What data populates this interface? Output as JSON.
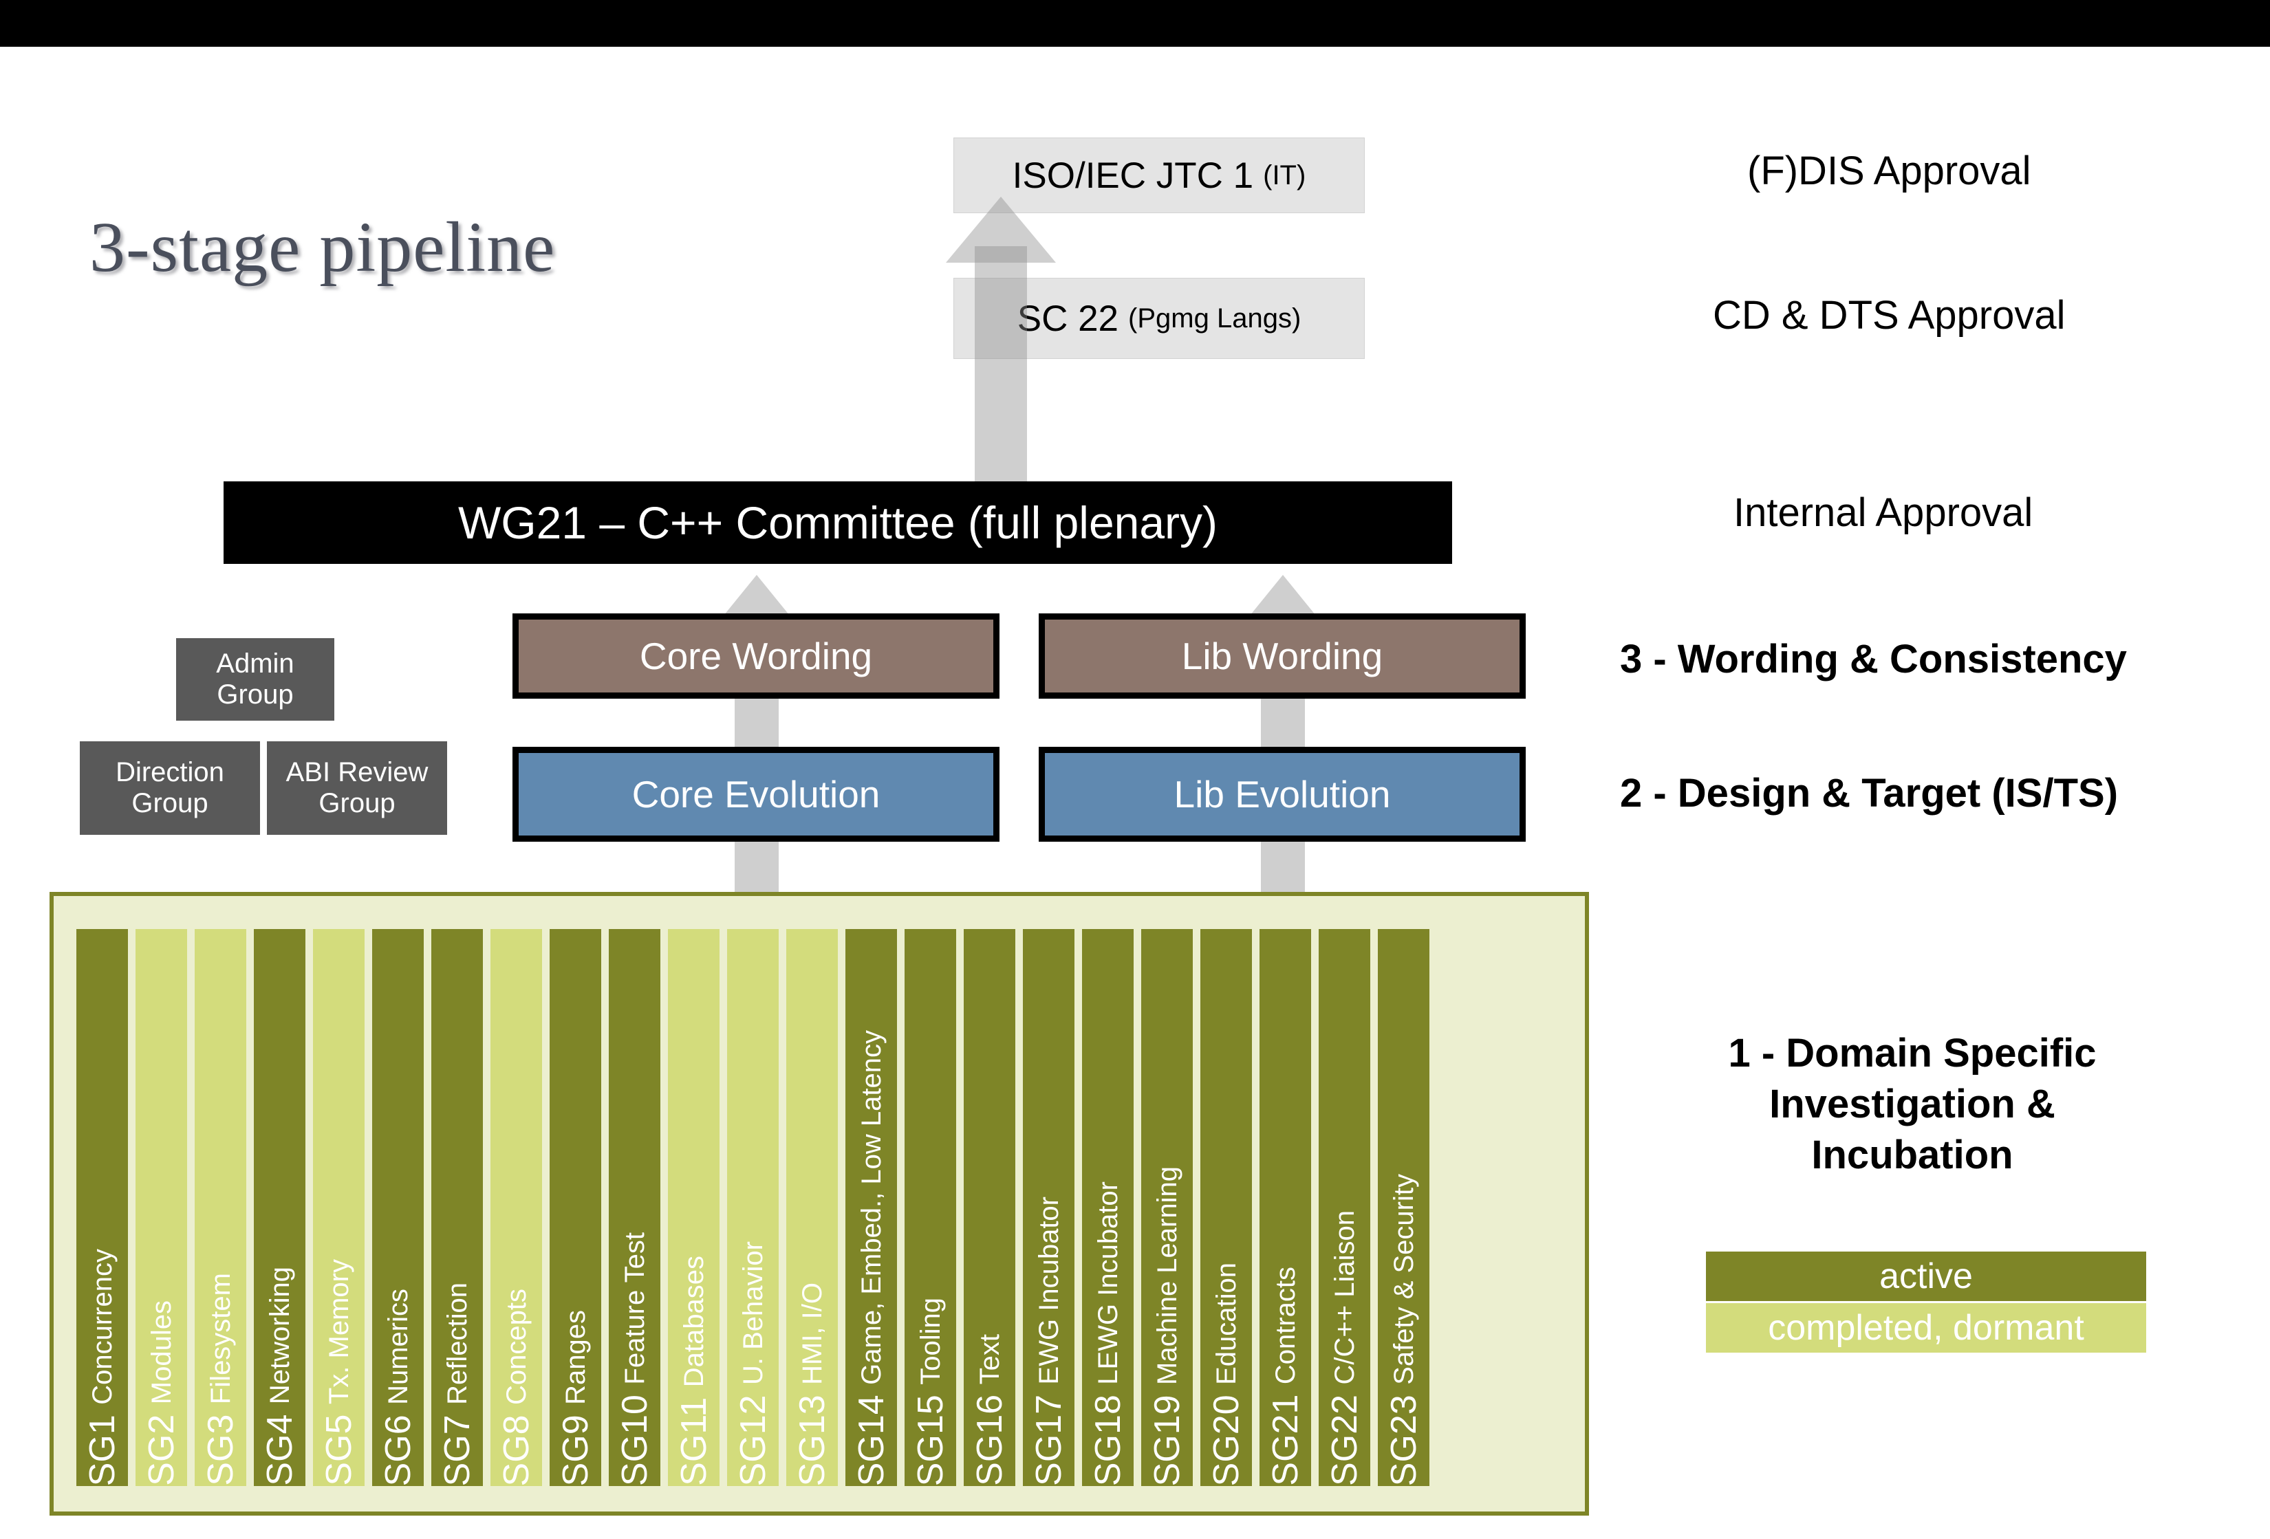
{
  "title": "3-stage pipeline",
  "iso_chain": {
    "jtc1_main": "ISO/IEC JTC 1",
    "jtc1_sub": "(IT)",
    "sc22_main": "SC 22",
    "sc22_sub": "(Pgmg Langs)"
  },
  "plenary": "WG21 – C++ Committee (full plenary)",
  "support_groups": [
    {
      "label": "Admin\nGroup",
      "line1": "Admin",
      "line2": "Group"
    },
    {
      "label": "Direction Group",
      "line1": "Direction",
      "line2": "Group"
    },
    {
      "label": "ABI Review Group",
      "line1": "ABI Review",
      "line2": "Group"
    }
  ],
  "stage_boxes": {
    "core_wording": "Core Wording",
    "lib_wording": "Lib Wording",
    "core_evolution": "Core Evolution",
    "lib_evolution": "Lib Evolution"
  },
  "right_labels": {
    "fdis": "(F)DIS Approval",
    "cd_dts": "CD & DTS Approval",
    "internal": "Internal Approval",
    "stage3": "3 - Wording & Consistency",
    "stage2": "2 - Design & Target (IS/TS)",
    "stage1_line1": "1 - Domain Specific",
    "stage1_line2": "Investigation &",
    "stage1_line3": "Incubation"
  },
  "legend": {
    "active_label": "active",
    "dormant_label": "completed, dormant",
    "active_color": "#7e8527",
    "dormant_color": "#d3dc7c"
  },
  "colors": {
    "wording": "#8d766c",
    "evolution": "#6089b0",
    "plenary": "#000000",
    "support_group": "#595959",
    "iso_box": "#e4e4e4",
    "sg_container_bg": "#ecefd0",
    "sg_container_border": "#7e8527",
    "title_text": "#4a4f5c"
  },
  "study_groups": [
    {
      "num": "SG1",
      "name": "Concurrency",
      "state": "active"
    },
    {
      "num": "SG2",
      "name": "Modules",
      "state": "dormant"
    },
    {
      "num": "SG3",
      "name": "Filesystem",
      "state": "dormant"
    },
    {
      "num": "SG4",
      "name": "Networking",
      "state": "active"
    },
    {
      "num": "SG5",
      "name": "Tx. Memory",
      "state": "dormant"
    },
    {
      "num": "SG6",
      "name": "Numerics",
      "state": "active"
    },
    {
      "num": "SG7",
      "name": "Reflection",
      "state": "active"
    },
    {
      "num": "SG8",
      "name": "Concepts",
      "state": "dormant"
    },
    {
      "num": "SG9",
      "name": "Ranges",
      "state": "active"
    },
    {
      "num": "SG10",
      "name": "Feature Test",
      "state": "active"
    },
    {
      "num": "SG11",
      "name": "Databases",
      "state": "dormant"
    },
    {
      "num": "SG12",
      "name": "U. Behavior",
      "state": "dormant"
    },
    {
      "num": "SG13",
      "name": "HMI, I/O",
      "state": "dormant"
    },
    {
      "num": "SG14",
      "name": "Game, Embed., Low Latency",
      "state": "active"
    },
    {
      "num": "SG15",
      "name": "Tooling",
      "state": "active"
    },
    {
      "num": "SG16",
      "name": "Text",
      "state": "active"
    },
    {
      "num": "SG17",
      "name": "EWG Incubator",
      "state": "active"
    },
    {
      "num": "SG18",
      "name": "LEWG Incubator",
      "state": "active"
    },
    {
      "num": "SG19",
      "name": "Machine Learning",
      "state": "active"
    },
    {
      "num": "SG20",
      "name": "Education",
      "state": "active"
    },
    {
      "num": "SG21",
      "name": "Contracts",
      "state": "active"
    },
    {
      "num": "SG22",
      "name": "C/C++ Liaison",
      "state": "active"
    },
    {
      "num": "SG23",
      "name": "Safety & Security",
      "state": "active"
    }
  ]
}
